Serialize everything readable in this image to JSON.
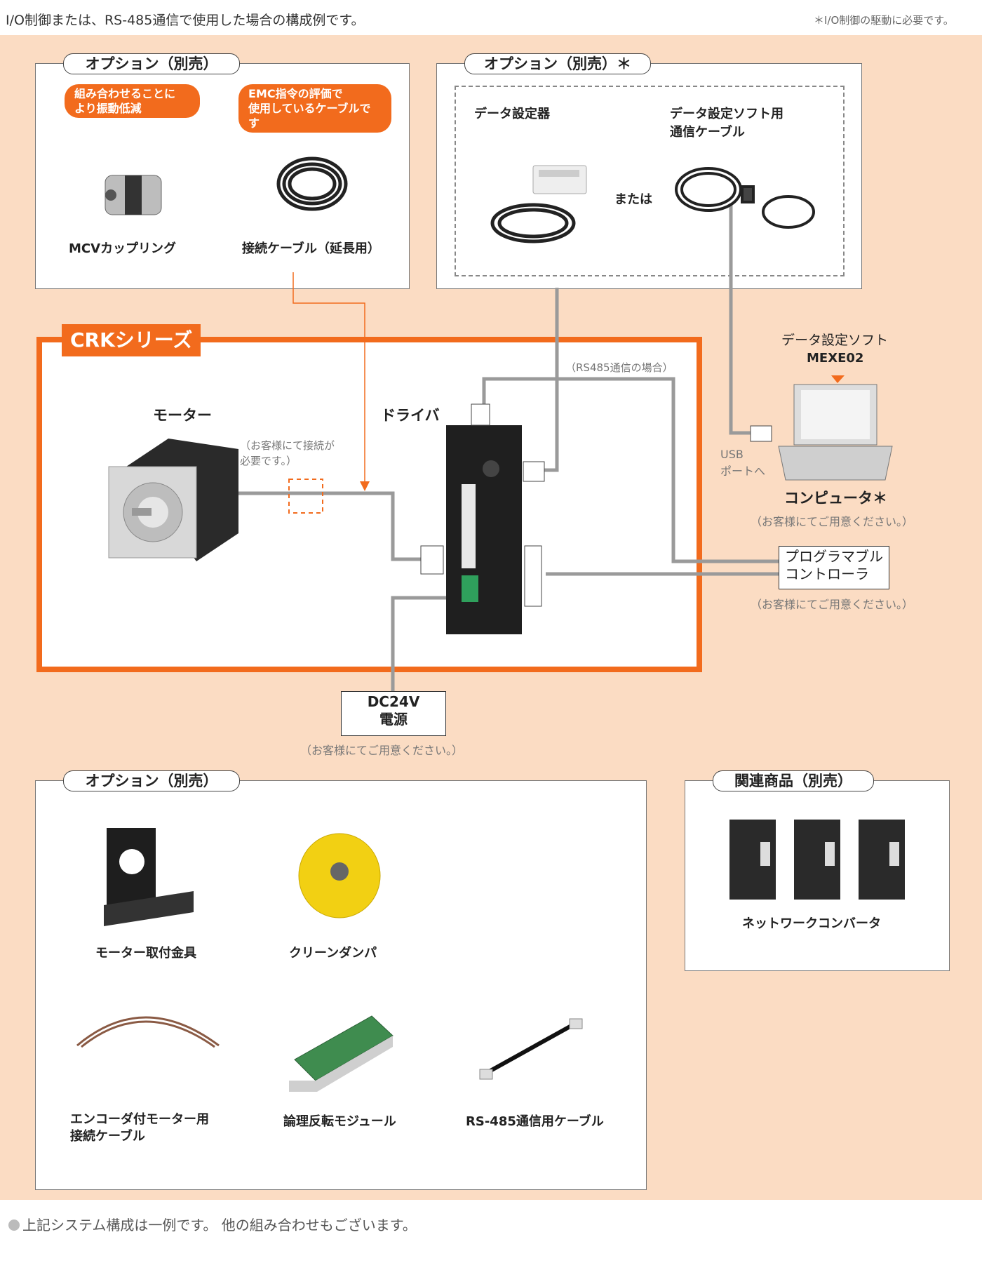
{
  "header": {
    "left": "I/O制御または、RS-485通信で使用した場合の構成例です。",
    "right": "＊I/O制御の駆動に必要です。"
  },
  "option_a": {
    "title": "オプション（別売）",
    "tag1": [
      "組み合わせることに",
      "より振動低減"
    ],
    "tag2": [
      "EMC指令の評価で",
      "使用しているケーブルです"
    ],
    "item1": "MCVカップリング",
    "item2": "接続ケーブル（延長用）"
  },
  "option_b": {
    "title": "オプション（別売）＊",
    "item1": "データ設定器",
    "item2": [
      "データ設定ソフト用",
      "通信ケーブル"
    ],
    "or": "または"
  },
  "crk": {
    "title": "CRKシリーズ",
    "motor": "モーター",
    "driver": "ドライバ",
    "customer_connect": [
      "（お客様にて接続が",
      "必要です。）"
    ],
    "rs485_note": "（RS485通信の場合）"
  },
  "pc": {
    "software": "データ設定ソフト",
    "software_name": "MEXE02",
    "usb": [
      "USB",
      "ポートへ"
    ],
    "label": "コンピュータ＊",
    "note": "（お客様にてご用意ください。）"
  },
  "plc": {
    "label": [
      "プログラマブル",
      "コントローラ"
    ],
    "note": "（お客様にてご用意ください。）"
  },
  "power": {
    "label": [
      "DC24V",
      "電源"
    ],
    "note": "（お客様にてご用意ください。）"
  },
  "option_c": {
    "title": "オプション（別売）",
    "item1": "モーター取付金具",
    "item2": "クリーンダンパ",
    "item3": [
      "エンコーダ付モーター用",
      "接続ケーブル"
    ],
    "item4": "論理反転モジュール",
    "item5": "RS-485通信用ケーブル"
  },
  "related": {
    "title": "関連商品（別売）",
    "item": "ネットワークコンバータ"
  },
  "footer": "上記システム構成は一例です。 他の組み合わせもございます。",
  "colors": {
    "accent": "#f26b1d",
    "background": "#fbdcc3",
    "line": "#9a9a9a"
  }
}
